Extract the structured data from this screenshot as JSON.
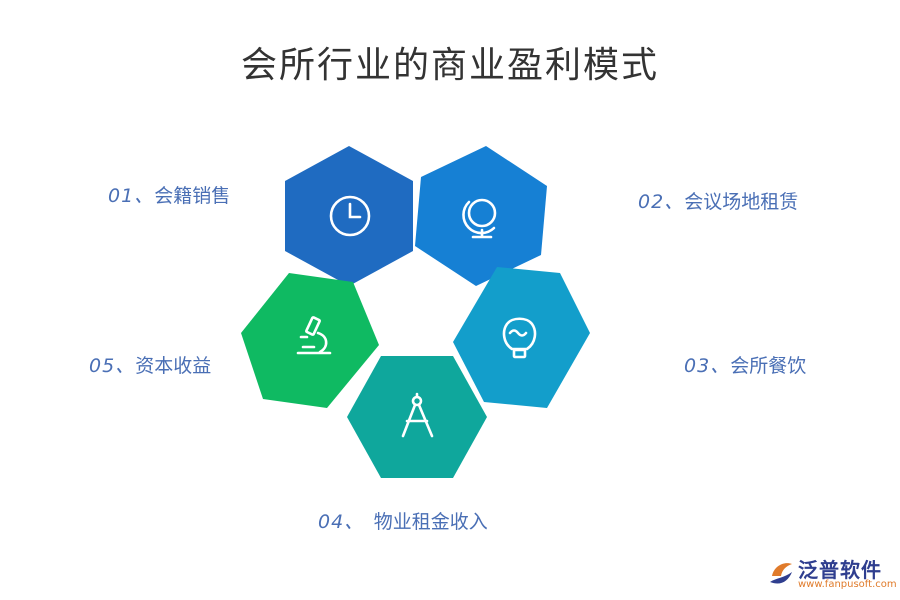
{
  "title": "会所行业的商业盈利模式",
  "items": [
    {
      "num": "01、",
      "label": "会籍销售",
      "color": "#1f6bc1",
      "icon": "clock-icon"
    },
    {
      "num": "02、",
      "label": "会议场地租赁",
      "color": "#1680d4",
      "icon": "globe-icon"
    },
    {
      "num": "03、",
      "label": "会所餐饮",
      "color": "#139ecb",
      "icon": "lightbulb-icon"
    },
    {
      "num": "04、",
      "label": "　物业租金收入",
      "color": "#0fa79c",
      "icon": "compass-icon"
    },
    {
      "num": "05、",
      "label": "资本收益",
      "color": "#0fba62",
      "icon": "microscope-icon"
    }
  ],
  "logo": {
    "name": "泛普软件",
    "url": "www.fanpusoft.com"
  }
}
